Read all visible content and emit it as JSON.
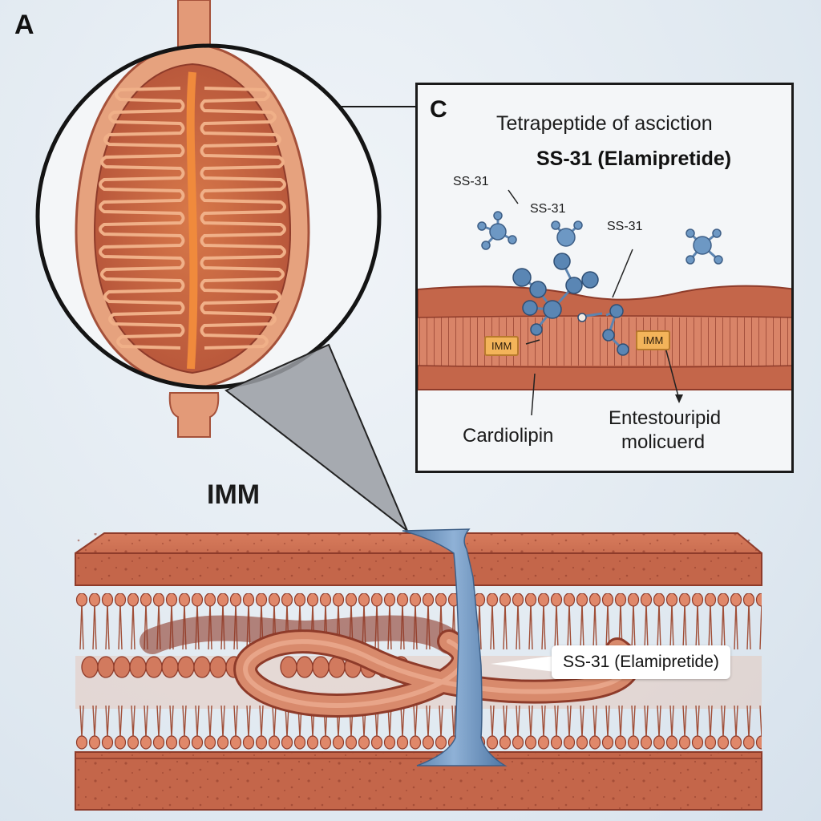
{
  "panel_a": {
    "label": "A"
  },
  "imm_heading": "IMM",
  "inset": {
    "label": "C",
    "title": "Tetrapeptide of asciction",
    "subtitle": "SS-31 (Elamipretide)",
    "ss31_labels": [
      "SS-31",
      "SS-31",
      "SS-31"
    ],
    "imm_tags": [
      "IMM",
      "IMM"
    ],
    "captions": {
      "cardiolipin": "Cardiolipin",
      "entestouripid_line1": "Entestouripid",
      "entestouripid_line2": "molicuerd"
    }
  },
  "callout": {
    "text": "SS-31 (Elamipretide)"
  },
  "colors": {
    "membrane_red": "#c9634a",
    "membrane_dark": "#8e3b2a",
    "matrix_orange": "#e7823f",
    "peptide_blue": "#5a86b4",
    "channel_blue": "#6f97c4"
  }
}
